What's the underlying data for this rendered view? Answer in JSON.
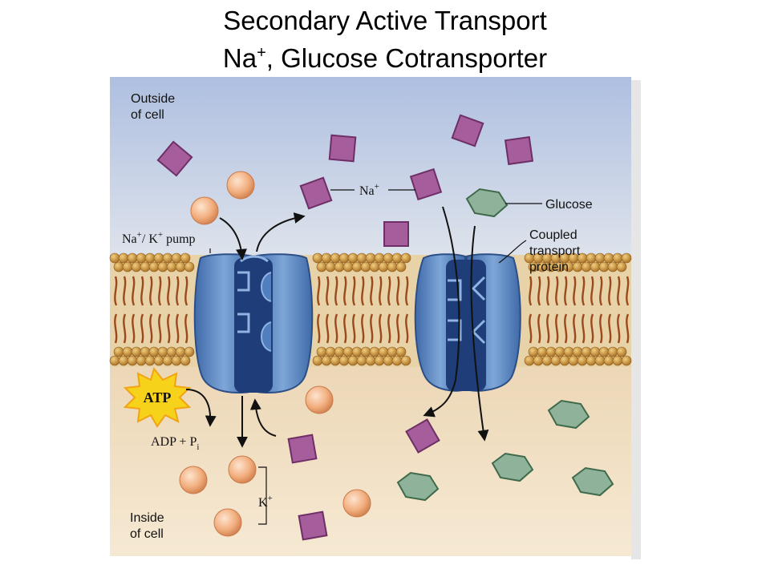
{
  "title": {
    "line1": "Secondary Active Transport",
    "line2_prefix": "Na",
    "line2_sup": "+",
    "line2_suffix": ", Glucose Cotransporter"
  },
  "labels": {
    "outside": [
      "Outside",
      "of cell"
    ],
    "inside": [
      "Inside",
      "of cell"
    ],
    "na_ion": "Na",
    "na_ion_sup": "+",
    "glucose": "Glucose",
    "coupled": [
      "Coupled",
      "transport",
      "protein"
    ],
    "pump_na": "Na",
    "pump_na_sup": "+",
    "pump_sep": "/ K",
    "pump_k_sup": "+",
    "pump_word": " pump",
    "atp": "ATP",
    "adp": "ADP + P",
    "adp_sub": "i",
    "k_ion": "K",
    "k_ion_sup": "+"
  },
  "colors": {
    "outside_bg": "#c7d3ea",
    "inside_bg": "#f2e2c8",
    "lipid_head": "#c9913a",
    "lipid_tail": "#9a4a1c",
    "protein": "#4f7fbf",
    "protein_dark": "#1f3d78",
    "na_square": "#a65d9c",
    "k_sphere": "#f3b58a",
    "glucose_hex": "#8fb39a",
    "atp_burst": "#f7d21a"
  }
}
